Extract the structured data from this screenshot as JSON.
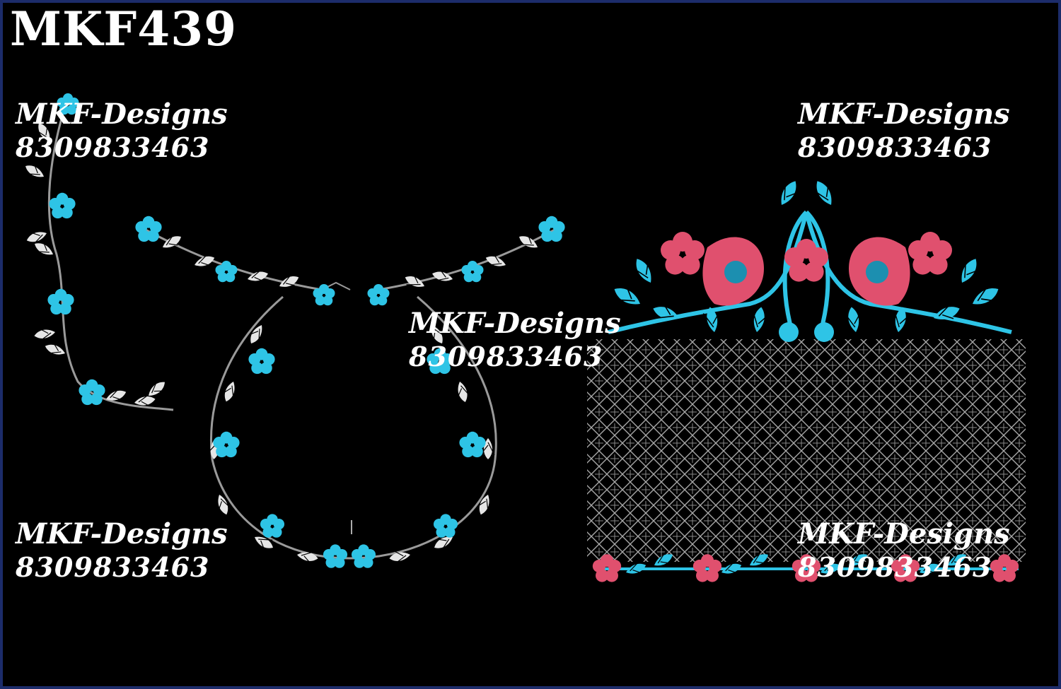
{
  "design_code": "MKF439",
  "watermarks": [
    {
      "brand": "MKF-Designs",
      "phone": "8309833463"
    },
    {
      "brand": "MKF-Designs",
      "phone": "8309833463"
    },
    {
      "brand": "MKF-Designs",
      "phone": "8309833463"
    },
    {
      "brand": "MKF-Designs",
      "phone": "8309833463"
    },
    {
      "brand": "MKF-Designs",
      "phone": "8309833463"
    }
  ],
  "colors": {
    "background": "#000000",
    "frame": "#1c2c6a",
    "thread_white": "#e6e6e6",
    "thread_cyan": "#2ec4e6",
    "thread_pink": "#e0506e",
    "grid": "#a8a8a8"
  }
}
